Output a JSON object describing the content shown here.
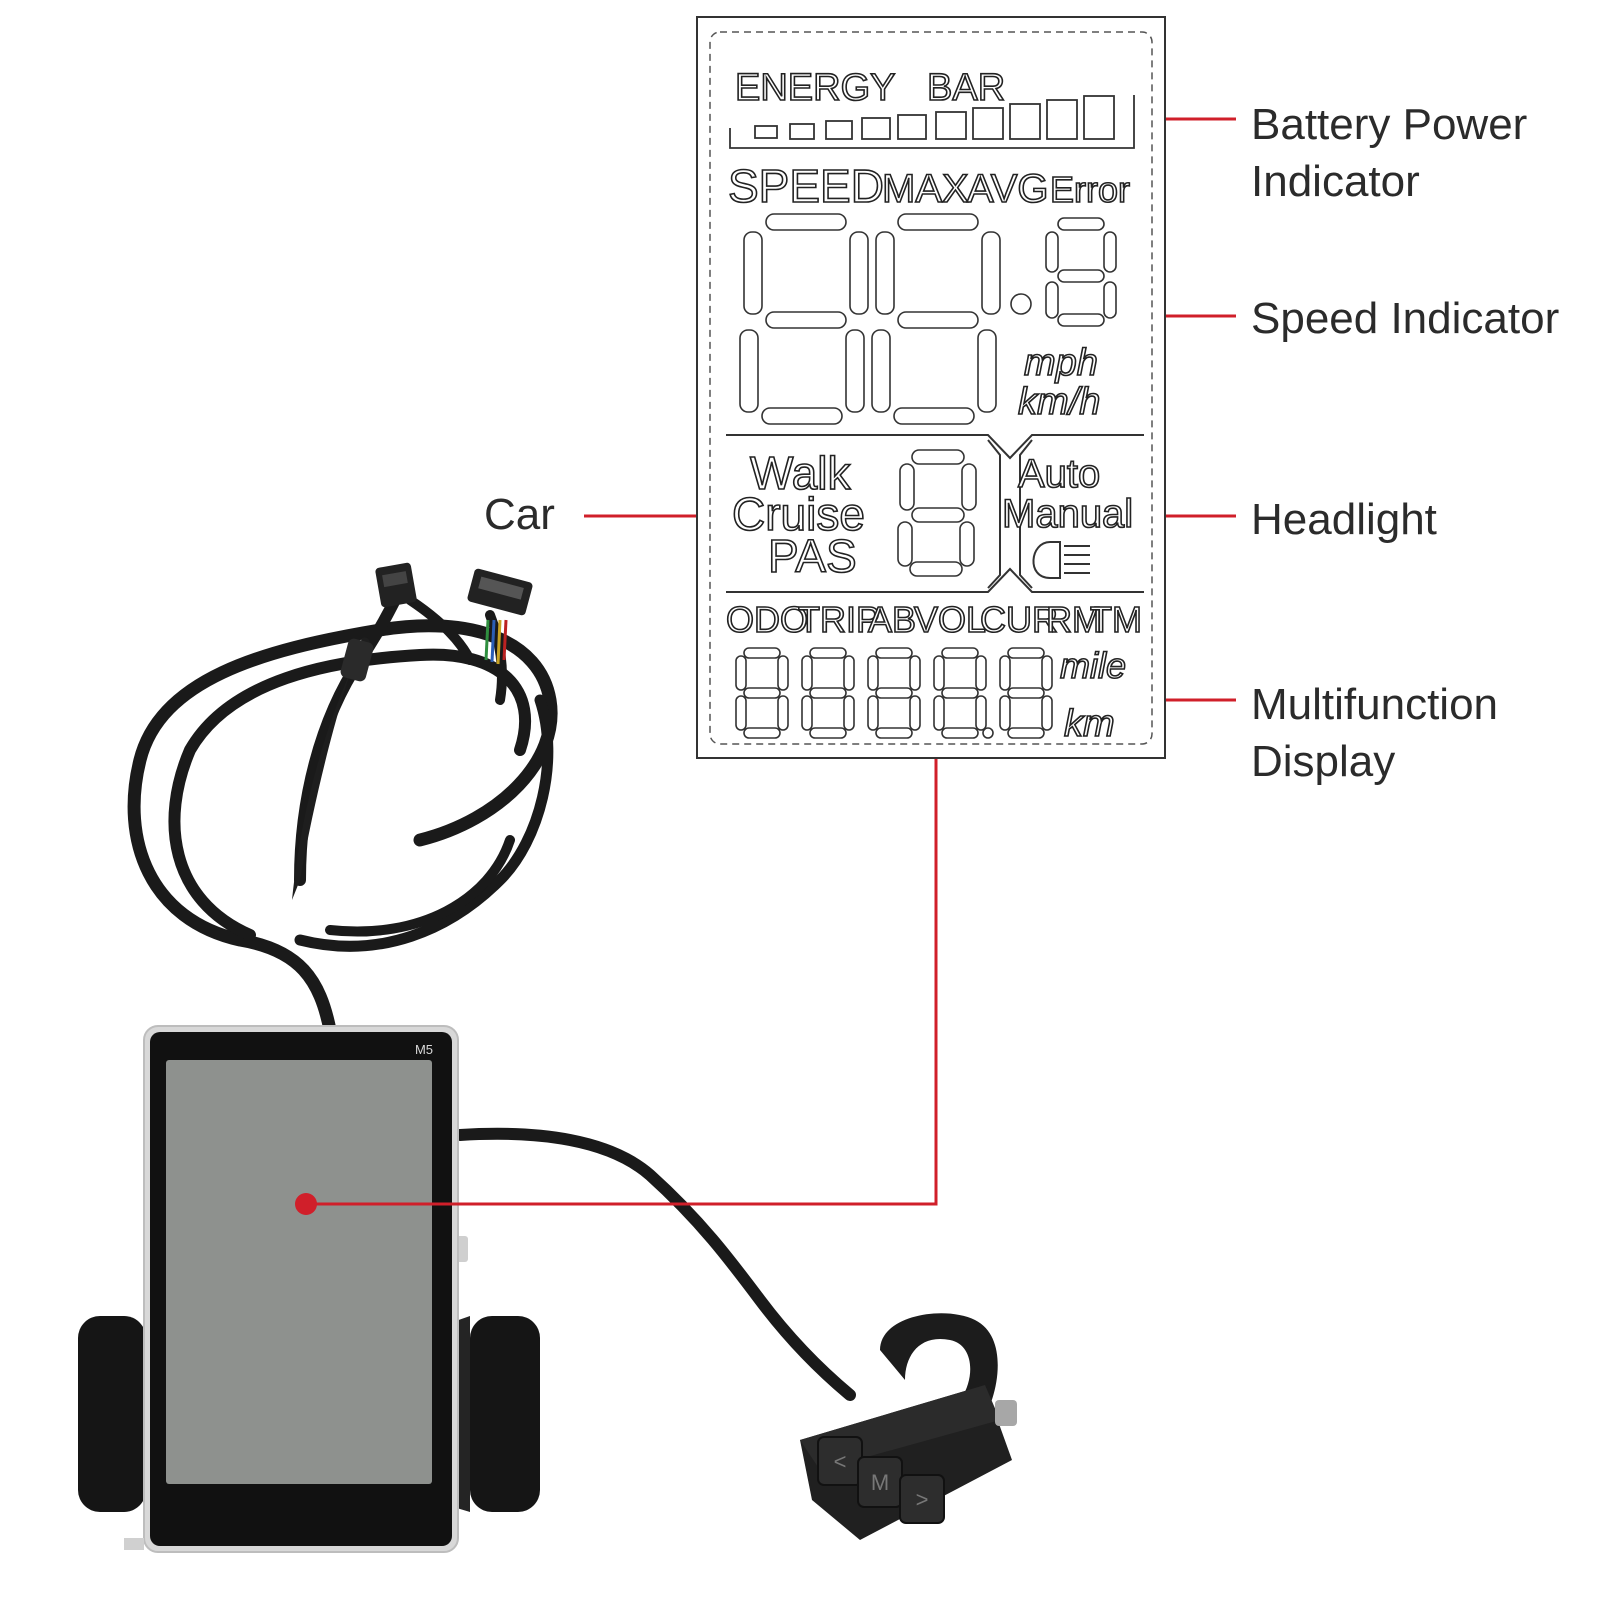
{
  "colors": {
    "accent": "#d01f2a",
    "cable": "#1a1a1a",
    "screen": "#8e918e",
    "bezel": "#111111",
    "lcd_stroke": "#333333"
  },
  "callouts": {
    "battery": {
      "line1": "Battery Power",
      "line2": "Indicator"
    },
    "speed": "Speed Indicator",
    "car": "Car",
    "headlight": "Headlight",
    "multifunction": {
      "line1": "Multifunction",
      "line2": "Display"
    }
  },
  "lcd": {
    "energy": "ENERGY",
    "bar": "BAR",
    "speed": "SPEED",
    "max": "MAX",
    "avg": "AVG",
    "error": "Error",
    "mph": "mph",
    "kmh": "km/h",
    "walk": "Walk",
    "cruise": "Cruise",
    "pas": "PAS",
    "auto": "Auto",
    "manual": "Manual",
    "odo": "ODO",
    "trip": "TRIP",
    "ab": "AB",
    "vol": "VOL",
    "cur": "CUR",
    "rm": "RM",
    "tm": "TM",
    "mile": "mile",
    "km": "km",
    "headlight_icon": "headlight-icon"
  },
  "device": {
    "model": "M5",
    "buttons": [
      "<",
      "M",
      ">"
    ]
  }
}
